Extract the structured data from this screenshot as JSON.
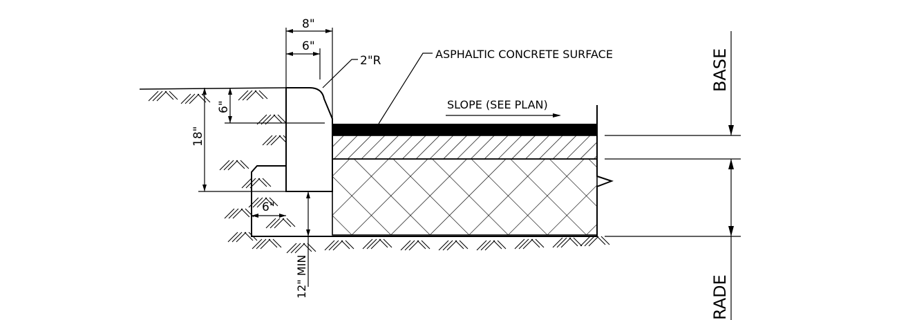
{
  "labels": {
    "dim_top_outer": "8\"",
    "dim_top_inner": "6\"",
    "radius": "2\"R",
    "surface_callout": "ASPHALTIC CONCRETE SURFACE",
    "slope": "SLOPE (SEE PLAN)",
    "dim_curb_height": "18\"",
    "dim_face": "6\"",
    "dim_toe": "6\"",
    "dim_footing": "12\" MIN",
    "base": "BASE",
    "grade": "RADE"
  }
}
